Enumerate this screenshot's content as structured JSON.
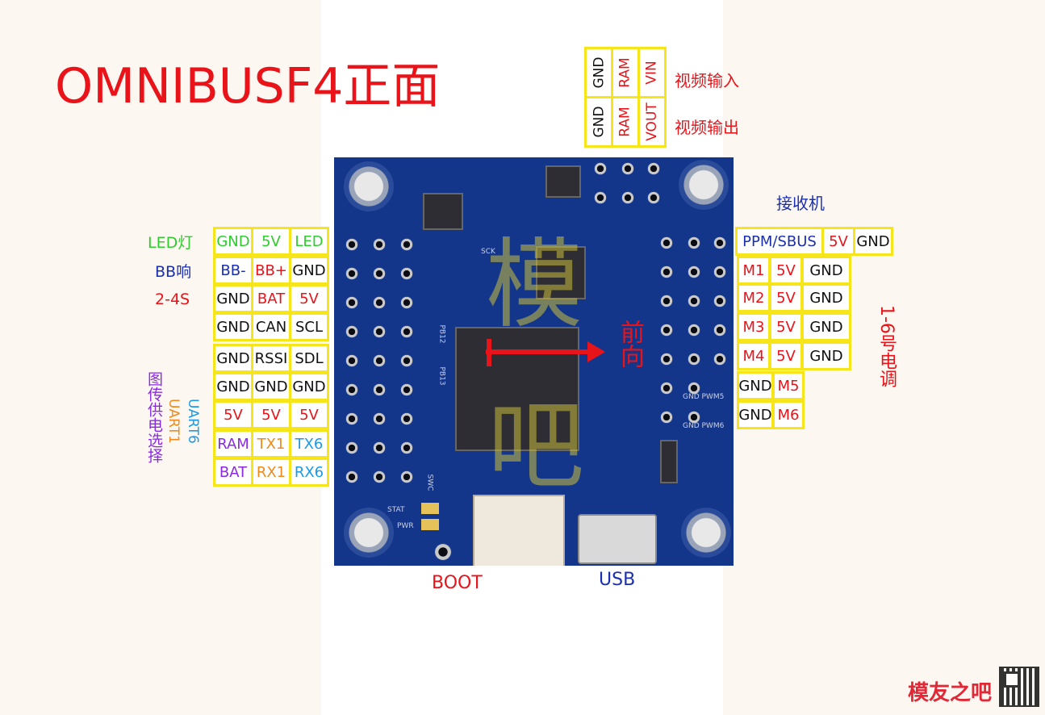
{
  "title": "OMNIBUSF4正面",
  "video": {
    "in_label": "视频输入",
    "out_label": "视频输出",
    "in_row": [
      "GND",
      "RAM",
      "VIN"
    ],
    "out_row": [
      "GND",
      "RAM",
      "VOUT"
    ]
  },
  "left_header": {
    "labels": {
      "led": "LED灯",
      "bb": "BB响",
      "bat": "2-4S",
      "uart6": "UART6",
      "uart1": "UART1",
      "vtx_power": "图传供电选择"
    },
    "rows": [
      [
        "GND",
        "5V",
        "LED"
      ],
      [
        "BB-",
        "BB+",
        "GND"
      ],
      [
        "GND",
        "BAT",
        "5V"
      ],
      [
        "GND",
        "CAN",
        "SCL"
      ],
      [
        "GND",
        "RSSI",
        "SDL"
      ],
      [
        "GND",
        "GND",
        "GND"
      ],
      [
        "5V",
        "5V",
        "5V"
      ],
      [
        "RAM",
        "TX1",
        "TX6"
      ],
      [
        "BAT",
        "RX1",
        "RX6"
      ]
    ]
  },
  "right_header": {
    "receiver_label": "接收机",
    "motor_label": "1-6号电调",
    "receiver_row": [
      "PPM/SBUS",
      "5V",
      "GND"
    ],
    "motor_rows": [
      [
        "M1",
        "5V",
        "GND"
      ],
      [
        "M2",
        "5V",
        "GND"
      ],
      [
        "M3",
        "5V",
        "GND"
      ],
      [
        "M4",
        "5V",
        "GND"
      ]
    ],
    "motor_rows_short": [
      [
        "GND",
        "M5"
      ],
      [
        "GND",
        "M6"
      ]
    ]
  },
  "board": {
    "front_label": "前向",
    "boot_label": "BOOT",
    "usb_label": "USB"
  },
  "colors": {
    "red": "#e8141a",
    "blue": "#1a2fb0",
    "green": "#2ecc2e",
    "purple": "#8a2be2",
    "orange": "#f08a1a",
    "cyan": "#1a9ae8",
    "yellow_border": "#f5e51a"
  },
  "logo": {
    "text": "模友之吧"
  }
}
